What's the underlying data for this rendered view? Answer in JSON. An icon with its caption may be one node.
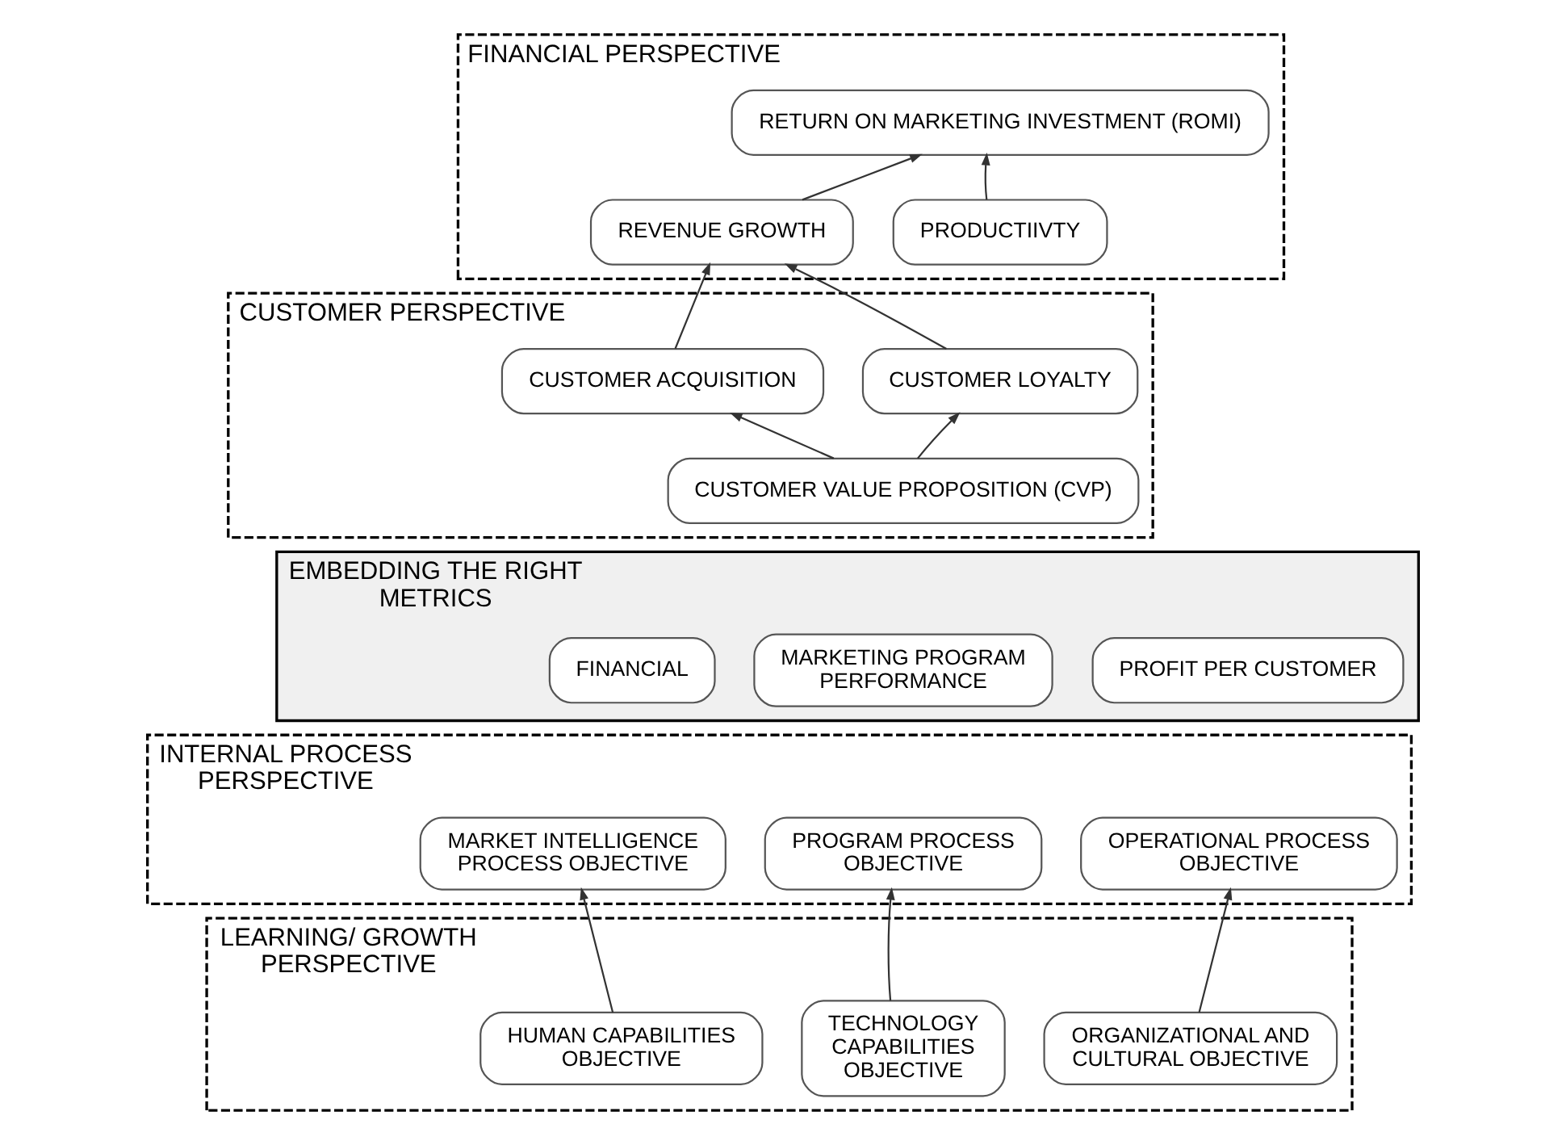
{
  "diagram": {
    "nodes": [
      {
        "text": [
          "FINANCIAL PERSPECTIVE"
        ]
      },
      {
        "text": [
          "RETURN ON MARKETING INVESTMENT (ROMI)"
        ],
        "in": 0
      },
      {
        "text": [
          "REVENUE GROWTH"
        ],
        "in": 0
      },
      {
        "text": [
          "PRODUCTIIVTY"
        ],
        "in": 0
      },
      {
        "text": [
          "CUSTOMER PERSPECTIVE"
        ]
      },
      {
        "text": [
          "CUSTOMER ACQUISITION"
        ],
        "in": 4
      },
      {
        "text": [
          "CUSTOMER LOYALTY"
        ],
        "in": 4
      },
      {
        "text": [
          "CUSTOMER VALUE PROPOSITION (CVP)"
        ],
        "in": 4
      },
      {
        "text": [
          "EMBEDDING THE RIGHT METRICS"
        ]
      },
      {
        "text": [
          "FINANCIAL"
        ],
        "in": 8
      },
      {
        "text": [
          "MARKETING PROGRAM PERFORMANCE"
        ],
        "in": 8
      },
      {
        "text": [
          "PROFIT PER CUSTOMER"
        ],
        "in": 8
      },
      {
        "text": [
          "INTERNAL PROCESS PERSPECTIVE"
        ]
      },
      {
        "text": [
          "MARKET INTELLIGENCE PROCESS OBJECTIVE"
        ],
        "in": 12
      },
      {
        "text": [
          "PROGRAM PROCESS OBJECTIVE"
        ],
        "in": 12
      },
      {
        "text": [
          "OPERATIONAL PROCESS OBJECTIVE"
        ],
        "in": 12
      },
      {
        "text": [
          "LEARNING/ GROWTH PERSPECTIVE"
        ]
      },
      {
        "text": [
          "HUMAN CAPABILITIES OBJECTIVE"
        ],
        "in": 16
      },
      {
        "text": [
          "TECHNOLOGY CAPABILITIES OBJECTIVE"
        ],
        "in": 16
      },
      {
        "text": [
          "ORGANIZATIONAL AND CULTURAL OBJECTIVE"
        ],
        "in": 16
      }
    ],
    "edges": [
      {
        "from": 2,
        "to": 1,
        "arrow": "to"
      },
      {
        "from": 3,
        "to": 1,
        "arrow": "to"
      },
      {
        "from": 5,
        "to": 2,
        "arrow": "to"
      },
      {
        "from": 6,
        "to": 2,
        "arrow": "to"
      },
      {
        "from": 7,
        "to": 5,
        "arrow": "to"
      },
      {
        "from": 7,
        "to": 6,
        "arrow": "to"
      },
      {
        "from": 17,
        "to": 13,
        "arrow": "to"
      },
      {
        "from": 18,
        "to": 14,
        "arrow": "to"
      },
      {
        "from": 19,
        "to": 15,
        "arrow": "to"
      }
    ]
  }
}
